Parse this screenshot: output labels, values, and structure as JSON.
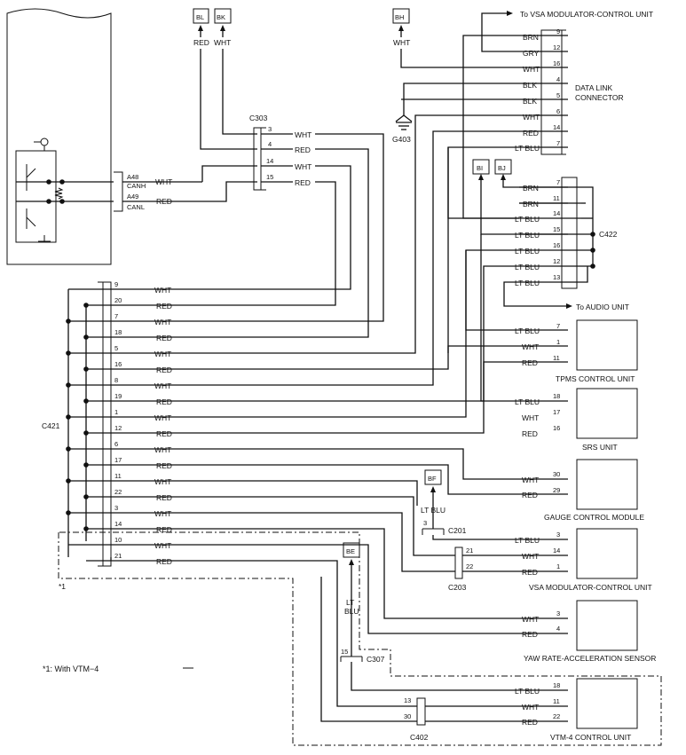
{
  "ecm": {
    "pins": [
      "A48",
      "CANH",
      "A49",
      "CANL"
    ]
  },
  "colors": {
    "wht": "WHT",
    "red": "RED",
    "ltblu": "LT BLU",
    "brn": "BRN",
    "gry": "GRY",
    "blk": "BLK",
    "lt_blu_stacked": [
      "LT",
      "BLU"
    ]
  },
  "top_boxes": [
    "BL",
    "BK",
    "BH"
  ],
  "side_boxes": [
    "BI",
    "BJ",
    "BF",
    "BE"
  ],
  "connectors": {
    "c303": "C303",
    "c303_pins": [
      "3",
      "4",
      "14",
      "15"
    ],
    "c421": "C421",
    "c421_pins": [
      "9",
      "20",
      "7",
      "18",
      "5",
      "16",
      "8",
      "19",
      "1",
      "12",
      "6",
      "17",
      "11",
      "22",
      "3",
      "14",
      "10",
      "21"
    ],
    "c422": "C422",
    "c201": "C201",
    "c203": "C203",
    "c307": "C307",
    "c402": "C402",
    "g403": "G403"
  },
  "dlc": {
    "label_lines": [
      "DATA LINK",
      "CONNECTOR"
    ],
    "pins": [
      "9",
      "12",
      "16",
      "4",
      "5",
      "6",
      "14",
      "7"
    ],
    "colors": [
      "BRN",
      "GRY",
      "WHT",
      "BLK",
      "BLK",
      "WHT",
      "RED",
      "LT BLU"
    ]
  },
  "c422_pins": [
    "7",
    "11",
    "14",
    "15",
    "16",
    "12",
    "13"
  ],
  "units": {
    "vsa_top": "To VSA MODULATOR-CONTROL UNIT",
    "audio": "To AUDIO UNIT",
    "tpms": "TPMS CONTROL UNIT",
    "srs": "SRS UNIT",
    "gauge": "GAUGE CONTROL MODULE",
    "vsa": "VSA MODULATOR-CONTROL UNIT",
    "yaw": "YAW RATE-ACCELERATION SENSOR",
    "vtm4": "VTM-4 CONTROL UNIT"
  },
  "unit_pins": {
    "tpms": [
      "7",
      "1",
      "11"
    ],
    "srs": [
      "18",
      "17",
      "16"
    ],
    "gauge": [
      "30",
      "29"
    ],
    "vsa": [
      "3",
      "14",
      "1"
    ],
    "yaw": [
      "3",
      "4"
    ],
    "vtm4": [
      "18",
      "11",
      "22"
    ]
  },
  "misc_pins": {
    "c201": "3",
    "c203": [
      "21",
      "22"
    ],
    "c307": "15",
    "c402": [
      "13",
      "30"
    ]
  },
  "notes": {
    "star": "*1",
    "vtm_note": "*1: With VTM−4"
  }
}
